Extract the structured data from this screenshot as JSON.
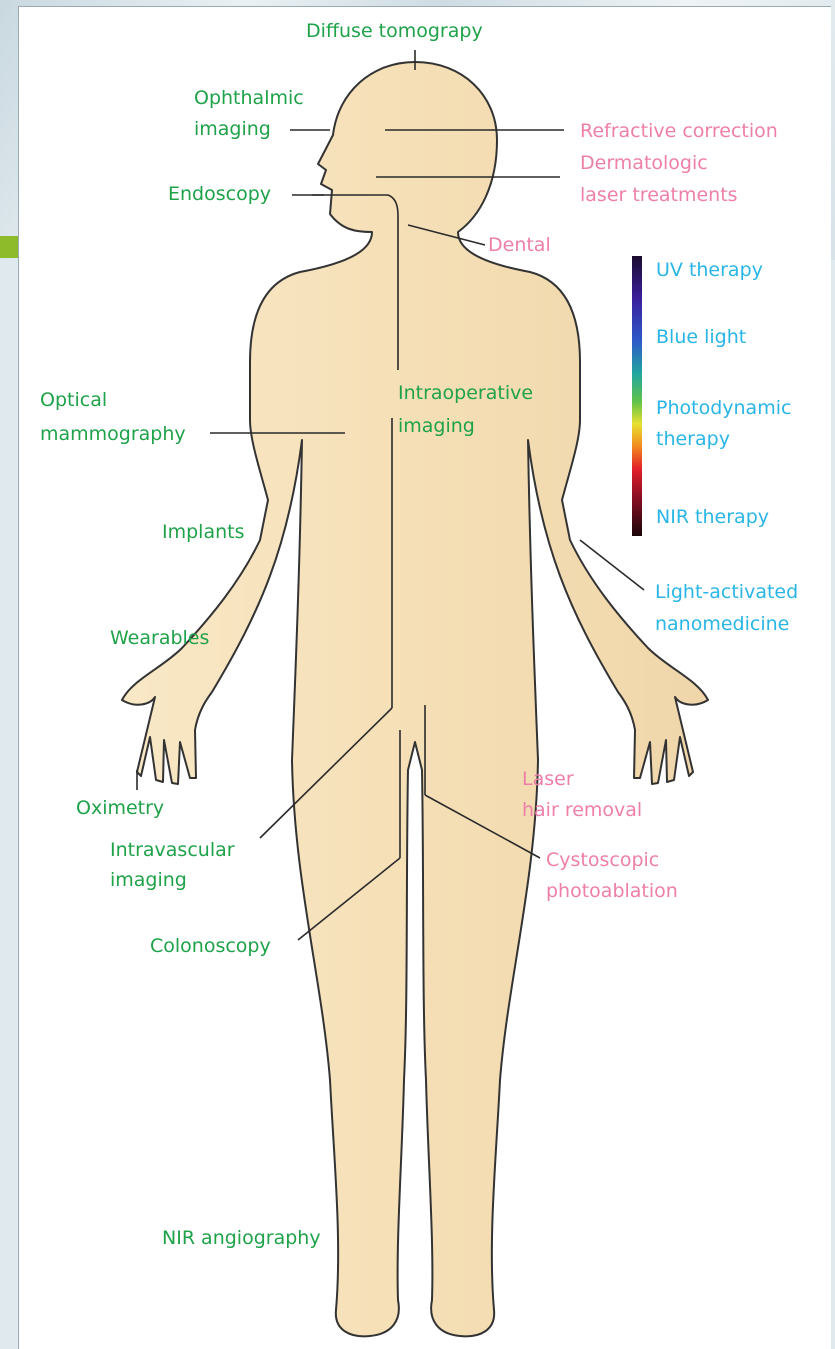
{
  "colors": {
    "imaging": "#1fa24a",
    "laser": "#ee7fa8",
    "therapy": "#29b6e6",
    "skin": "#f5deb3",
    "outline": "#333333"
  },
  "labels": {
    "diffuse_tomography": "Diffuse tomograpy",
    "ophthalmic_1": "Ophthalmic",
    "ophthalmic_2": "imaging",
    "refractive_correction": "Refractive correction",
    "dermatologic_1": "Dermatologic",
    "dermatologic_2": "laser treatments",
    "endoscopy": "Endoscopy",
    "dental": "Dental",
    "uv_therapy": "UV therapy",
    "blue_light": "Blue light",
    "photodynamic_1": "Photodynamic",
    "photodynamic_2": "therapy",
    "nir_therapy": "NIR therapy",
    "optical_mammo_1": "Optical",
    "optical_mammo_2": "mammography",
    "intraoperative_1": "Intraoperative",
    "intraoperative_2": "imaging",
    "implants": "Implants",
    "light_activated_1": "Light-activated",
    "light_activated_2": "nanomedicine",
    "wearables": "Wearables",
    "oximetry": "Oximetry",
    "intravascular_1": "Intravascular",
    "intravascular_2": "imaging",
    "cystoscopic_1": "Cystoscopic",
    "cystoscopic_2": "photoablation",
    "colonoscopy": "Colonoscopy",
    "laser_hair_1": "Laser",
    "laser_hair_2": "hair removal",
    "nir_angiography": "NIR angiography"
  }
}
